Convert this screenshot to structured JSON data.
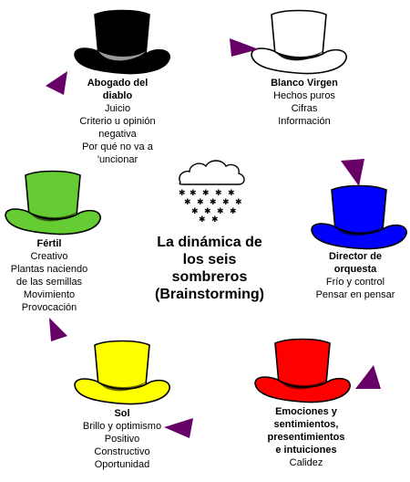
{
  "center": {
    "title_lines": [
      "La dinámica de",
      "los seis",
      "sombreros",
      "(Brainstorming)"
    ]
  },
  "colors": {
    "black": "#000000",
    "white": "#ffffff",
    "blue": "#0000ff",
    "red": "#ff0000",
    "yellow": "#ffff00",
    "green": "#66cc33",
    "arrow": "#660066"
  },
  "hats": [
    {
      "id": "black",
      "color": "#000000",
      "title_lines": [
        "Abogado del",
        "diablo"
      ],
      "lines": [
        "Juicio",
        "Criterio u opinión",
        "negativa",
        "Por qué no va a",
        "'uncionar"
      ]
    },
    {
      "id": "white",
      "color": "#ffffff",
      "title_lines": [
        "Blanco Virgen"
      ],
      "lines": [
        "Hechos puros",
        "Cifras",
        "Información"
      ]
    },
    {
      "id": "blue",
      "color": "#0000ff",
      "title_lines": [
        "Director de",
        "orquesta"
      ],
      "lines": [
        "Frío y control",
        "Pensar en pensar"
      ]
    },
    {
      "id": "red",
      "color": "#ff0000",
      "title_lines": [
        "Emociones y",
        "sentimientos,",
        "presentimientos",
        "e intuiciones"
      ],
      "lines": [
        "Calidez"
      ]
    },
    {
      "id": "yellow",
      "color": "#ffff00",
      "title_lines": [
        "Sol"
      ],
      "lines": [
        "Brillo y optimismo",
        "Positivo",
        "Constructivo",
        "Oportunidad"
      ]
    },
    {
      "id": "green",
      "color": "#66cc33",
      "title_lines": [
        "Fértil"
      ],
      "lines": [
        "Creativo",
        "Plantas naciendo",
        "de las semillas",
        "Movimiento",
        "Provocación"
      ]
    }
  ]
}
